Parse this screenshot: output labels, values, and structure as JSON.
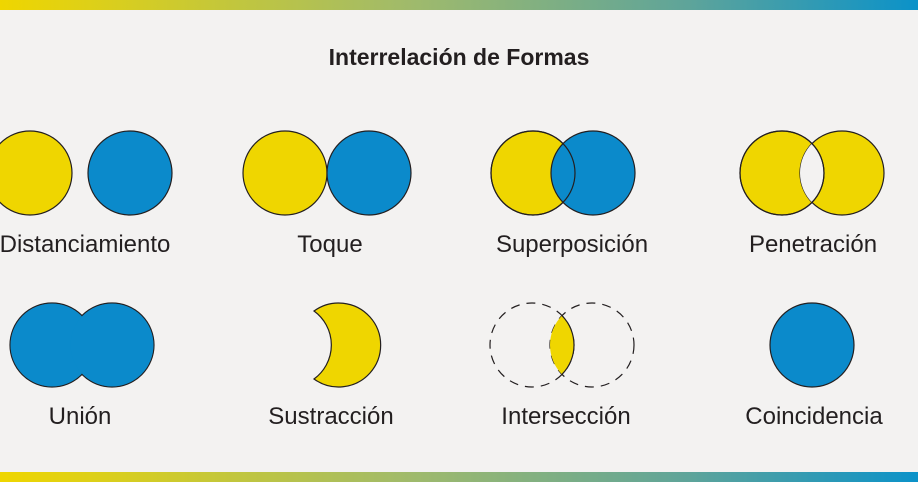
{
  "title": "Interrelación de Formas",
  "colors": {
    "yellow": "#efd600",
    "blue": "#0b8acb",
    "stroke": "#231f20",
    "background": "#f3f2f1"
  },
  "items": [
    {
      "label": "Distanciamiento"
    },
    {
      "label": "Toque"
    },
    {
      "label": "Superposición"
    },
    {
      "label": "Penetración"
    },
    {
      "label": "Unión"
    },
    {
      "label": "Sustracción"
    },
    {
      "label": "Intersección"
    },
    {
      "label": "Coincidencia"
    }
  ]
}
